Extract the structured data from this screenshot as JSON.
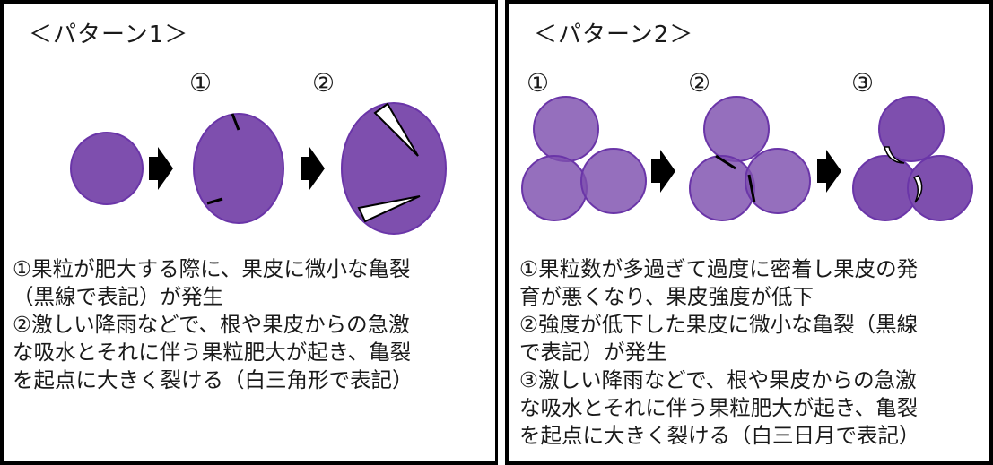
{
  "pattern1": {
    "title": "＜パターン1＞",
    "stage_labels": [
      "①",
      "②"
    ],
    "description": [
      "①果粒が肥大する際に、果皮に微小な亀裂",
      "（黒線で表記）が発生",
      "②激しい降雨などで、根や果皮からの急激",
      "な吸水とそれに伴う果粒肥大が起き、亀裂",
      "を起点に大きく裂ける（白三角形で表記）"
    ]
  },
  "pattern2": {
    "title": "＜パターン2＞",
    "stage_labels": [
      "①",
      "②",
      "③"
    ],
    "description": [
      "①果粒数が多過ぎて過度に密着し果皮の発",
      "育が悪くなり、果皮強度が低下",
      "②強度が低下した果皮に微小な亀裂（黒線",
      "で表記）が発生",
      "③激しい降雨などで、根や果皮からの急激",
      "な吸水とそれに伴う果粒肥大が起き、亀裂",
      "を起点に大きく裂ける（白三日月で表記）"
    ]
  },
  "colors": {
    "grape_fill": "#7e4fae",
    "grape_fill_light": "#8a5cbd",
    "grape_stroke": "#6a35a8",
    "arrow": "#000000",
    "crack_line": "#000000",
    "split": "#ffffff"
  },
  "icons": {
    "arrow": "right-arrow-icon",
    "grape": "grape-berry"
  }
}
